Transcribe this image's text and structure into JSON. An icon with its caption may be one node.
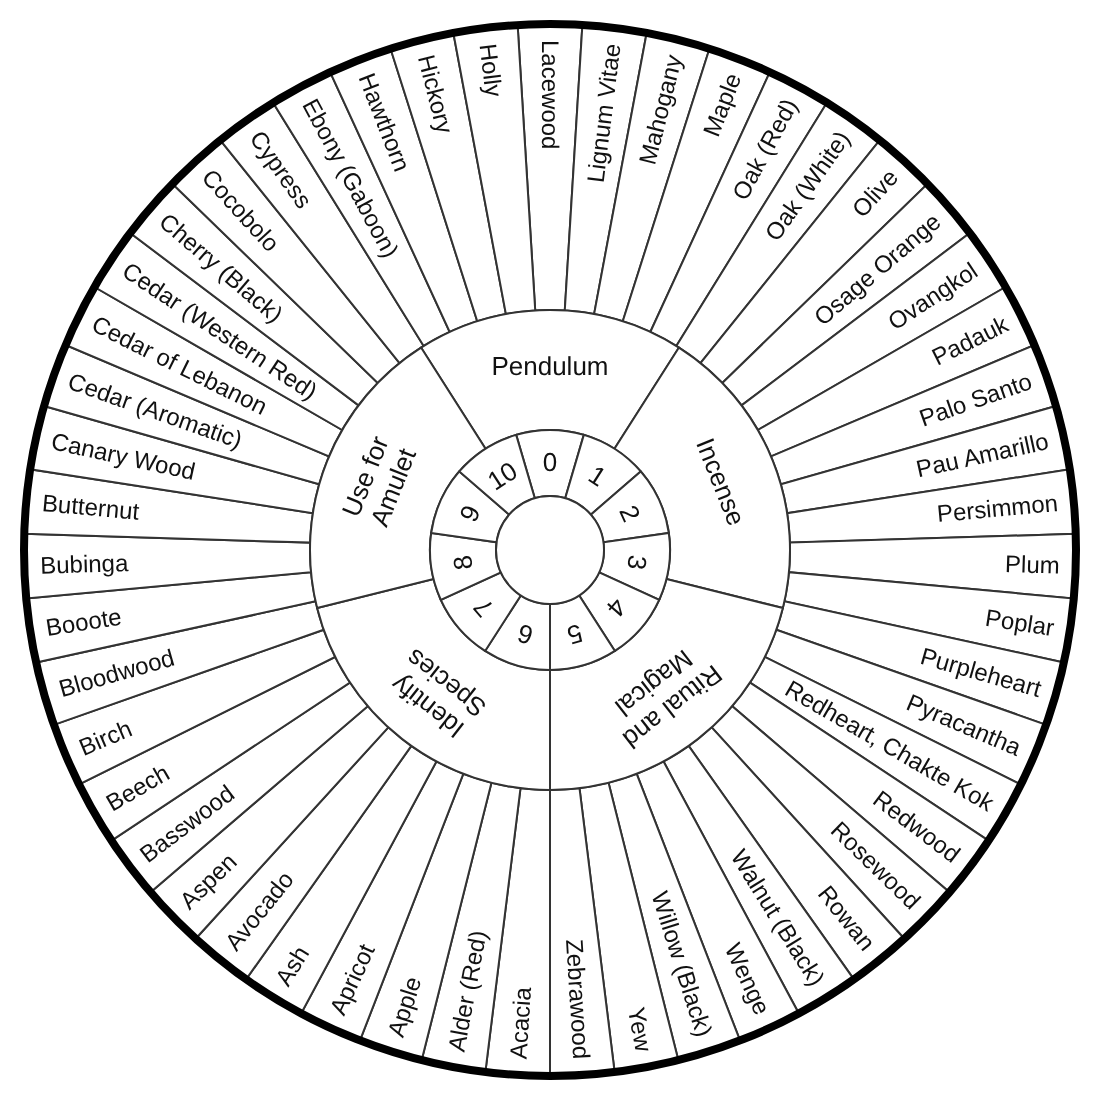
{
  "diagram": {
    "nodes": [
      {
        "text": [
          "Lacewood"
        ]
      },
      {
        "text": [
          "Lignum Vitae"
        ]
      },
      {
        "text": [
          "Mahogany"
        ]
      },
      {
        "text": [
          "Maple"
        ]
      },
      {
        "text": [
          "Oak (Red)"
        ]
      },
      {
        "text": [
          "Oak (White)"
        ]
      },
      {
        "text": [
          "Olive"
        ]
      },
      {
        "text": [
          "Osage Orange"
        ]
      },
      {
        "text": [
          "Ovangkol"
        ]
      },
      {
        "text": [
          "Padauk"
        ]
      },
      {
        "text": [
          "Palo Santo"
        ]
      },
      {
        "text": [
          "Pau Amarillo"
        ]
      },
      {
        "text": [
          "Persimmon"
        ]
      },
      {
        "text": [
          "Plum"
        ]
      },
      {
        "text": [
          "Poplar"
        ]
      },
      {
        "text": [
          "Purpleheart"
        ]
      },
      {
        "text": [
          "Pyracantha"
        ]
      },
      {
        "text": [
          "Redheart, Chakte Kok"
        ]
      },
      {
        "text": [
          "Redwood"
        ]
      },
      {
        "text": [
          "Rosewood"
        ]
      },
      {
        "text": [
          "Rowan"
        ]
      },
      {
        "text": [
          "Walnut (Black)"
        ]
      },
      {
        "text": [
          "Wenge"
        ]
      },
      {
        "text": [
          "Willow (Black)"
        ]
      },
      {
        "text": [
          "Yew"
        ]
      },
      {
        "text": [
          "Zebrawood"
        ]
      },
      {
        "text": [
          "Acacia"
        ]
      },
      {
        "text": [
          "Alder (Red)"
        ]
      },
      {
        "text": [
          "Apple"
        ]
      },
      {
        "text": [
          "Apricot"
        ]
      },
      {
        "text": [
          "Ash"
        ]
      },
      {
        "text": [
          "Avocado"
        ]
      },
      {
        "text": [
          "Aspen"
        ]
      },
      {
        "text": [
          "Basswood"
        ]
      },
      {
        "text": [
          "Beech"
        ]
      },
      {
        "text": [
          "Birch"
        ]
      },
      {
        "text": [
          "Bloodwood"
        ]
      },
      {
        "text": [
          "Booote"
        ]
      },
      {
        "text": [
          "Bubinga"
        ]
      },
      {
        "text": [
          "Butternut"
        ]
      },
      {
        "text": [
          "Canary Wood"
        ]
      },
      {
        "text": [
          "Cedar (Aromatic)"
        ]
      },
      {
        "text": [
          "Cedar of Lebanon"
        ]
      },
      {
        "text": [
          "Cedar (Western Red)"
        ]
      },
      {
        "text": [
          "Cherry (Black)"
        ]
      },
      {
        "text": [
          "Cocobolo"
        ]
      },
      {
        "text": [
          "Cypress"
        ]
      },
      {
        "text": [
          "Ebony (Gaboon)"
        ]
      },
      {
        "text": [
          "Hawthorn"
        ]
      },
      {
        "text": [
          "Hickory"
        ]
      },
      {
        "text": [
          "Holly"
        ]
      },
      {
        "text": [
          "Pendulum"
        ]
      },
      {
        "text": [
          "Incense"
        ]
      },
      {
        "text": [
          "Ritual and Magical"
        ]
      },
      {
        "text": [
          "Identify Species"
        ]
      },
      {
        "text": [
          "Use for Amulet"
        ]
      },
      {
        "text": [
          "0"
        ]
      },
      {
        "text": [
          "1"
        ]
      },
      {
        "text": [
          "2"
        ]
      },
      {
        "text": [
          "3"
        ]
      },
      {
        "text": [
          "4"
        ]
      },
      {
        "text": [
          "5"
        ]
      },
      {
        "text": [
          "6"
        ]
      },
      {
        "text": [
          "7"
        ]
      },
      {
        "text": [
          "8"
        ]
      },
      {
        "text": [
          "9"
        ]
      },
      {
        "text": [
          "10"
        ]
      },
      {
        "text": [],
        "shape": "circle"
      }
    ]
  }
}
